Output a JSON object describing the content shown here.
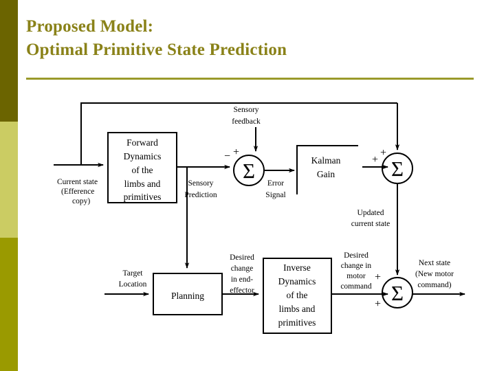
{
  "slide": {
    "title_lines": [
      "Proposed Model:",
      "Optimal Primitive State Prediction"
    ],
    "accent_colors": {
      "title_text": "#8a8219",
      "rule": "#9a9a2a",
      "sidebar_top": "#6b6400",
      "sidebar_middle": "#cbcc63",
      "sidebar_bottom": "#9a9a00",
      "diagram_stroke": "#000000",
      "background": "#ffffff"
    }
  },
  "diagram": {
    "type": "block-diagram",
    "blocks": [
      {
        "id": "forward-dynamics",
        "label": "Forward\nDynamics\nof the\nlimbs and\nprimitives",
        "lines": [
          "Forward",
          "Dynamics",
          "of the",
          "limbs and",
          "primitives"
        ]
      },
      {
        "id": "kalman-gain",
        "label": "Kalman Gain",
        "lines": [
          "Kalman",
          "Gain"
        ]
      },
      {
        "id": "planning",
        "label": "Planning",
        "lines": [
          "Planning"
        ]
      },
      {
        "id": "inverse-dynamics",
        "label": "Inverse Dynamics of the limbs and primitives",
        "lines": [
          "Inverse",
          "Dynamics",
          "of the",
          "limbs and",
          "primitives"
        ]
      }
    ],
    "summing_junctions": [
      {
        "id": "sum-sensory-error",
        "glyph": "Σ",
        "signs": [
          "−",
          "+"
        ]
      },
      {
        "id": "sum-state-update",
        "glyph": "Σ",
        "signs": [
          "+",
          "+"
        ]
      },
      {
        "id": "sum-motor-command",
        "glyph": "Σ",
        "signs": [
          "+",
          "+"
        ]
      }
    ],
    "labels": {
      "current_state_l1": "Current state",
      "current_state_l2": "(Efference",
      "current_state_l3": "copy)",
      "sensory_feedback_l1": "Sensory",
      "sensory_feedback_l2": "feedback",
      "sensory_prediction_l1": "Sensory",
      "sensory_prediction_l2": "Prediction",
      "error_signal_l1": "Error",
      "error_signal_l2": "Signal",
      "kalman_l1": "Kalman",
      "kalman_l2": "Gain",
      "updated_state_l1": "Updated",
      "updated_state_l2": "current state",
      "target_location_l1": "Target",
      "target_location_l2": "Location",
      "planning": "Planning",
      "desired_end_effector_l1": "Desired",
      "desired_end_effector_l2": "change",
      "desired_end_effector_l3": "in end-",
      "desired_end_effector_l4": "effector",
      "inverse_l1": "Inverse",
      "inverse_l2": "Dynamics",
      "inverse_l3": "of the",
      "inverse_l4": "limbs and",
      "inverse_l5": "primitives",
      "forward_l1": "Forward",
      "forward_l2": "Dynamics",
      "forward_l3": "of the",
      "forward_l4": "limbs and",
      "forward_l5": "primitives",
      "desired_motor_l1": "Desired",
      "desired_motor_l2": "change in",
      "desired_motor_l3": "motor",
      "desired_motor_l4": "command",
      "next_state_l1": "Next state",
      "next_state_l2": "(New motor",
      "next_state_l3": "command)",
      "sigma": "Σ",
      "plus": "+",
      "minus": "−"
    }
  }
}
